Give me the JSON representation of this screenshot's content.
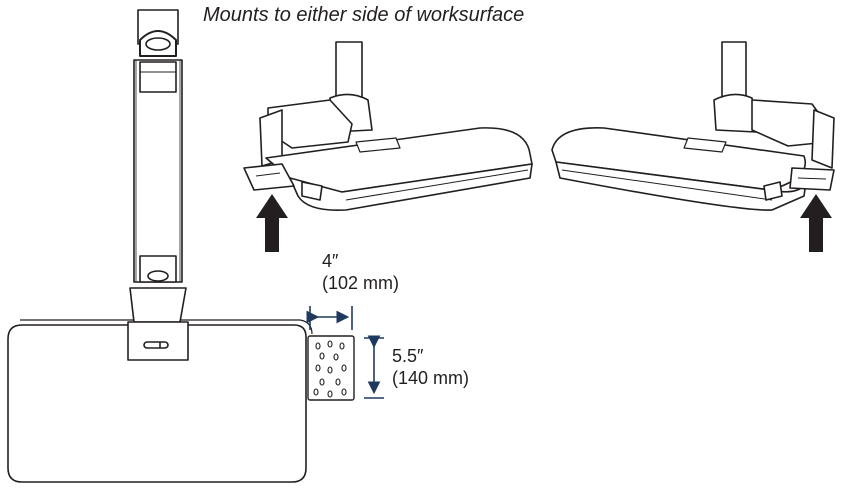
{
  "caption": "Mounts to either side of worksurface",
  "dimensions": {
    "width_in": "4″",
    "width_mm": "(102 mm)",
    "height_in": "5.5″",
    "height_mm": "(140 mm)"
  },
  "colors": {
    "line": "#231f20",
    "accent": "#1f3a5f",
    "fill": "#ffffff"
  }
}
